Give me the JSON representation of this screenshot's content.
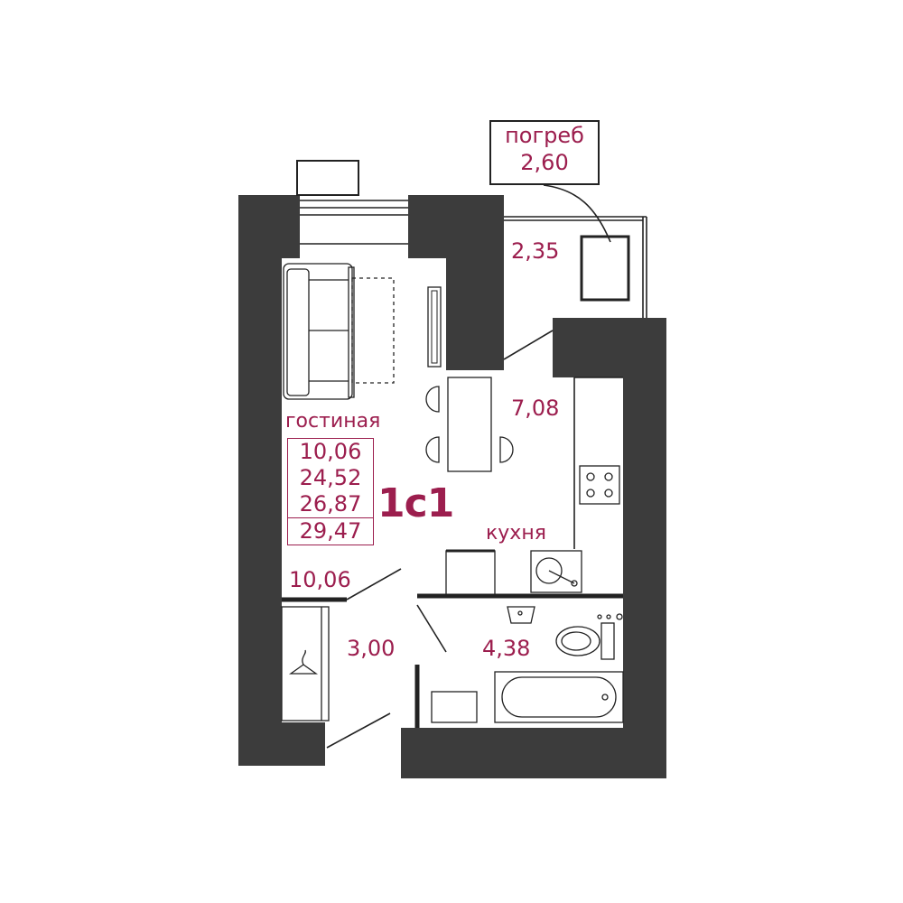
{
  "plan": {
    "apartment_code": "1с1",
    "wall_color": "#3c3c3c",
    "label_color": "#9c1e4e",
    "areas_box": [
      "10,06",
      "24,52",
      "26,87",
      "29,47"
    ],
    "rooms": {
      "living": {
        "name": "гостиная",
        "area": "10,06"
      },
      "kitchen": {
        "name": "кухня",
        "area": "7,08"
      },
      "loggia": {
        "area": "2,35"
      },
      "cellar": {
        "name": "погреб",
        "area": "2,60"
      },
      "hall": {
        "area": "3,00"
      },
      "bathroom": {
        "area": "4,38"
      }
    }
  }
}
